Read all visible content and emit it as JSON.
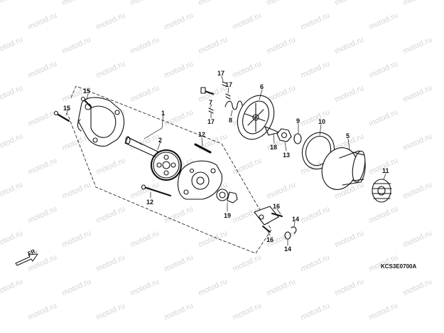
{
  "watermark": {
    "text": "motod.ru",
    "color": "#d4d4d4"
  },
  "direction_indicator": {
    "label": "FR."
  },
  "diagram_code": "KCS3E0700A",
  "callouts": [
    {
      "id": "c15a",
      "label": "15"
    },
    {
      "id": "c15b",
      "label": "15"
    },
    {
      "id": "c1",
      "label": "1"
    },
    {
      "id": "c2",
      "label": "2"
    },
    {
      "id": "c12a",
      "label": "12"
    },
    {
      "id": "c12b",
      "label": "12"
    },
    {
      "id": "c17a",
      "label": "17"
    },
    {
      "id": "c17b",
      "label": "17"
    },
    {
      "id": "c7",
      "label": "7"
    },
    {
      "id": "c17c",
      "label": "17"
    },
    {
      "id": "c8",
      "label": "8"
    },
    {
      "id": "c6",
      "label": "6"
    },
    {
      "id": "c9",
      "label": "9"
    },
    {
      "id": "c10",
      "label": "10"
    },
    {
      "id": "c18",
      "label": "18"
    },
    {
      "id": "c13",
      "label": "13"
    },
    {
      "id": "c5",
      "label": "5"
    },
    {
      "id": "c11",
      "label": "11"
    },
    {
      "id": "c19",
      "label": "19"
    },
    {
      "id": "c16a",
      "label": "16"
    },
    {
      "id": "c16b",
      "label": "16"
    },
    {
      "id": "c14a",
      "label": "14"
    },
    {
      "id": "c14b",
      "label": "14"
    }
  ]
}
